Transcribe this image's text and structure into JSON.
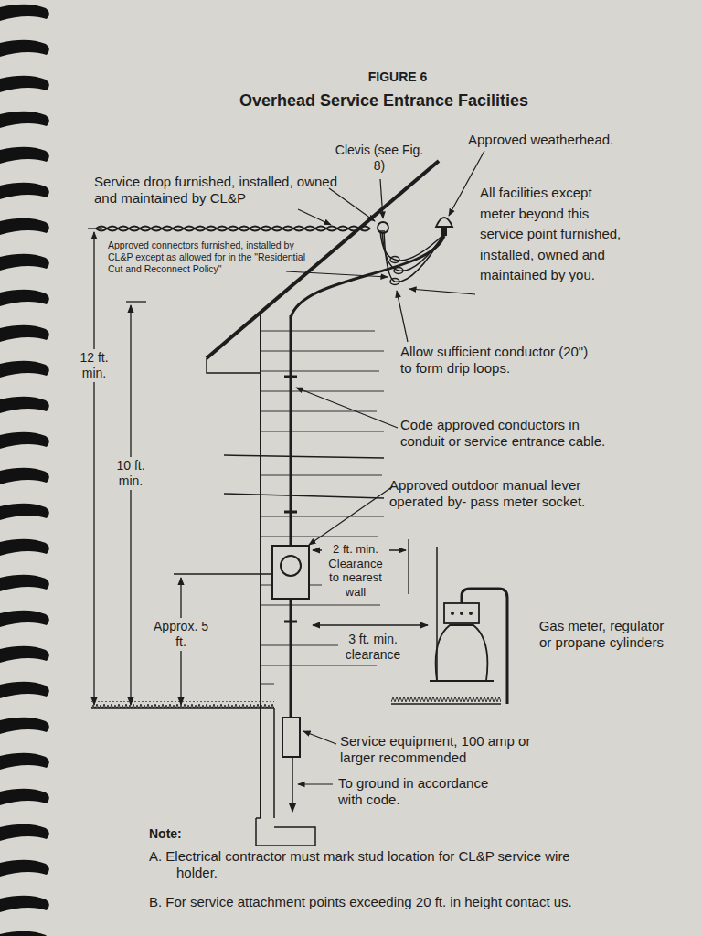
{
  "diagram": {
    "title": "Overhead Service Entrance Facilities",
    "labels": [
      "FIGURE 6",
      "Clevis (see Fig. 8)",
      "Approved weatherhead.",
      "Service drop furnished, installed, owned and maintained by CL&P",
      "Approved connectors furnished, installed by CL&P except as allowed for in the \"Residential Cut and Reconnect Policy\"",
      "All facilities except meter beyond this service point furnished, installed, owned and maintained by you.",
      "12 ft. min.",
      "10 ft. min.",
      "Allow sufficient conductor (20\") to form drip loops.",
      "Code approved conductors in conduit or service entrance cable.",
      "Approved outdoor manual lever operated by- pass meter socket.",
      "2 ft. min. Clearance to nearest wall",
      "Approx. 5 ft.",
      "3 ft. min. clearance",
      "Gas meter, regulator or propane cylinders",
      "Service equipment, 100 amp or larger recommended",
      "To ground in accordance with code.",
      "Note:",
      "A. Electrical contractor must mark stud location for CL&P service wire holder.",
      "B. For service attachment points exceeding 20 ft. in height contact us."
    ]
  }
}
